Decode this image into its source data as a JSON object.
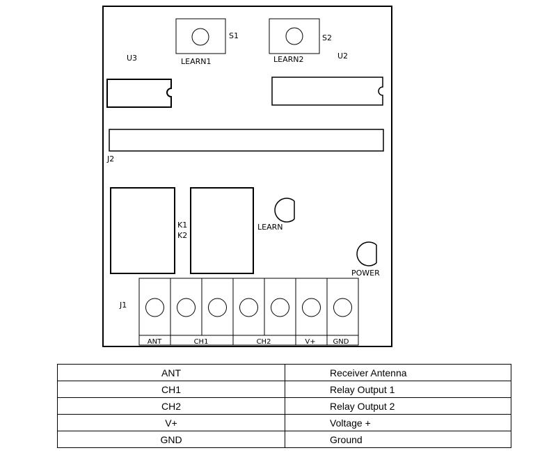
{
  "board": {
    "switches": [
      {
        "ref": "S1",
        "label": "LEARN1"
      },
      {
        "ref": "S2",
        "label": "LEARN2"
      }
    ],
    "ics": [
      "U3",
      "U2"
    ],
    "header": "J2",
    "relays": [
      "K1",
      "K2"
    ],
    "leds": [
      "LEARN",
      "POWER"
    ],
    "terminal_block": {
      "ref": "J1",
      "screws": 7,
      "labels": [
        "ANT",
        "CH1",
        "CH2",
        "V+",
        "GND"
      ]
    }
  },
  "table": {
    "rows": [
      {
        "terminal": "ANT",
        "description": "Receiver Antenna"
      },
      {
        "terminal": "CH1",
        "description": "Relay Output 1"
      },
      {
        "terminal": "CH2",
        "description": "Relay Output 2"
      },
      {
        "terminal": "V+",
        "description": "Voltage +"
      },
      {
        "terminal": "GND",
        "description": "Ground"
      }
    ]
  }
}
